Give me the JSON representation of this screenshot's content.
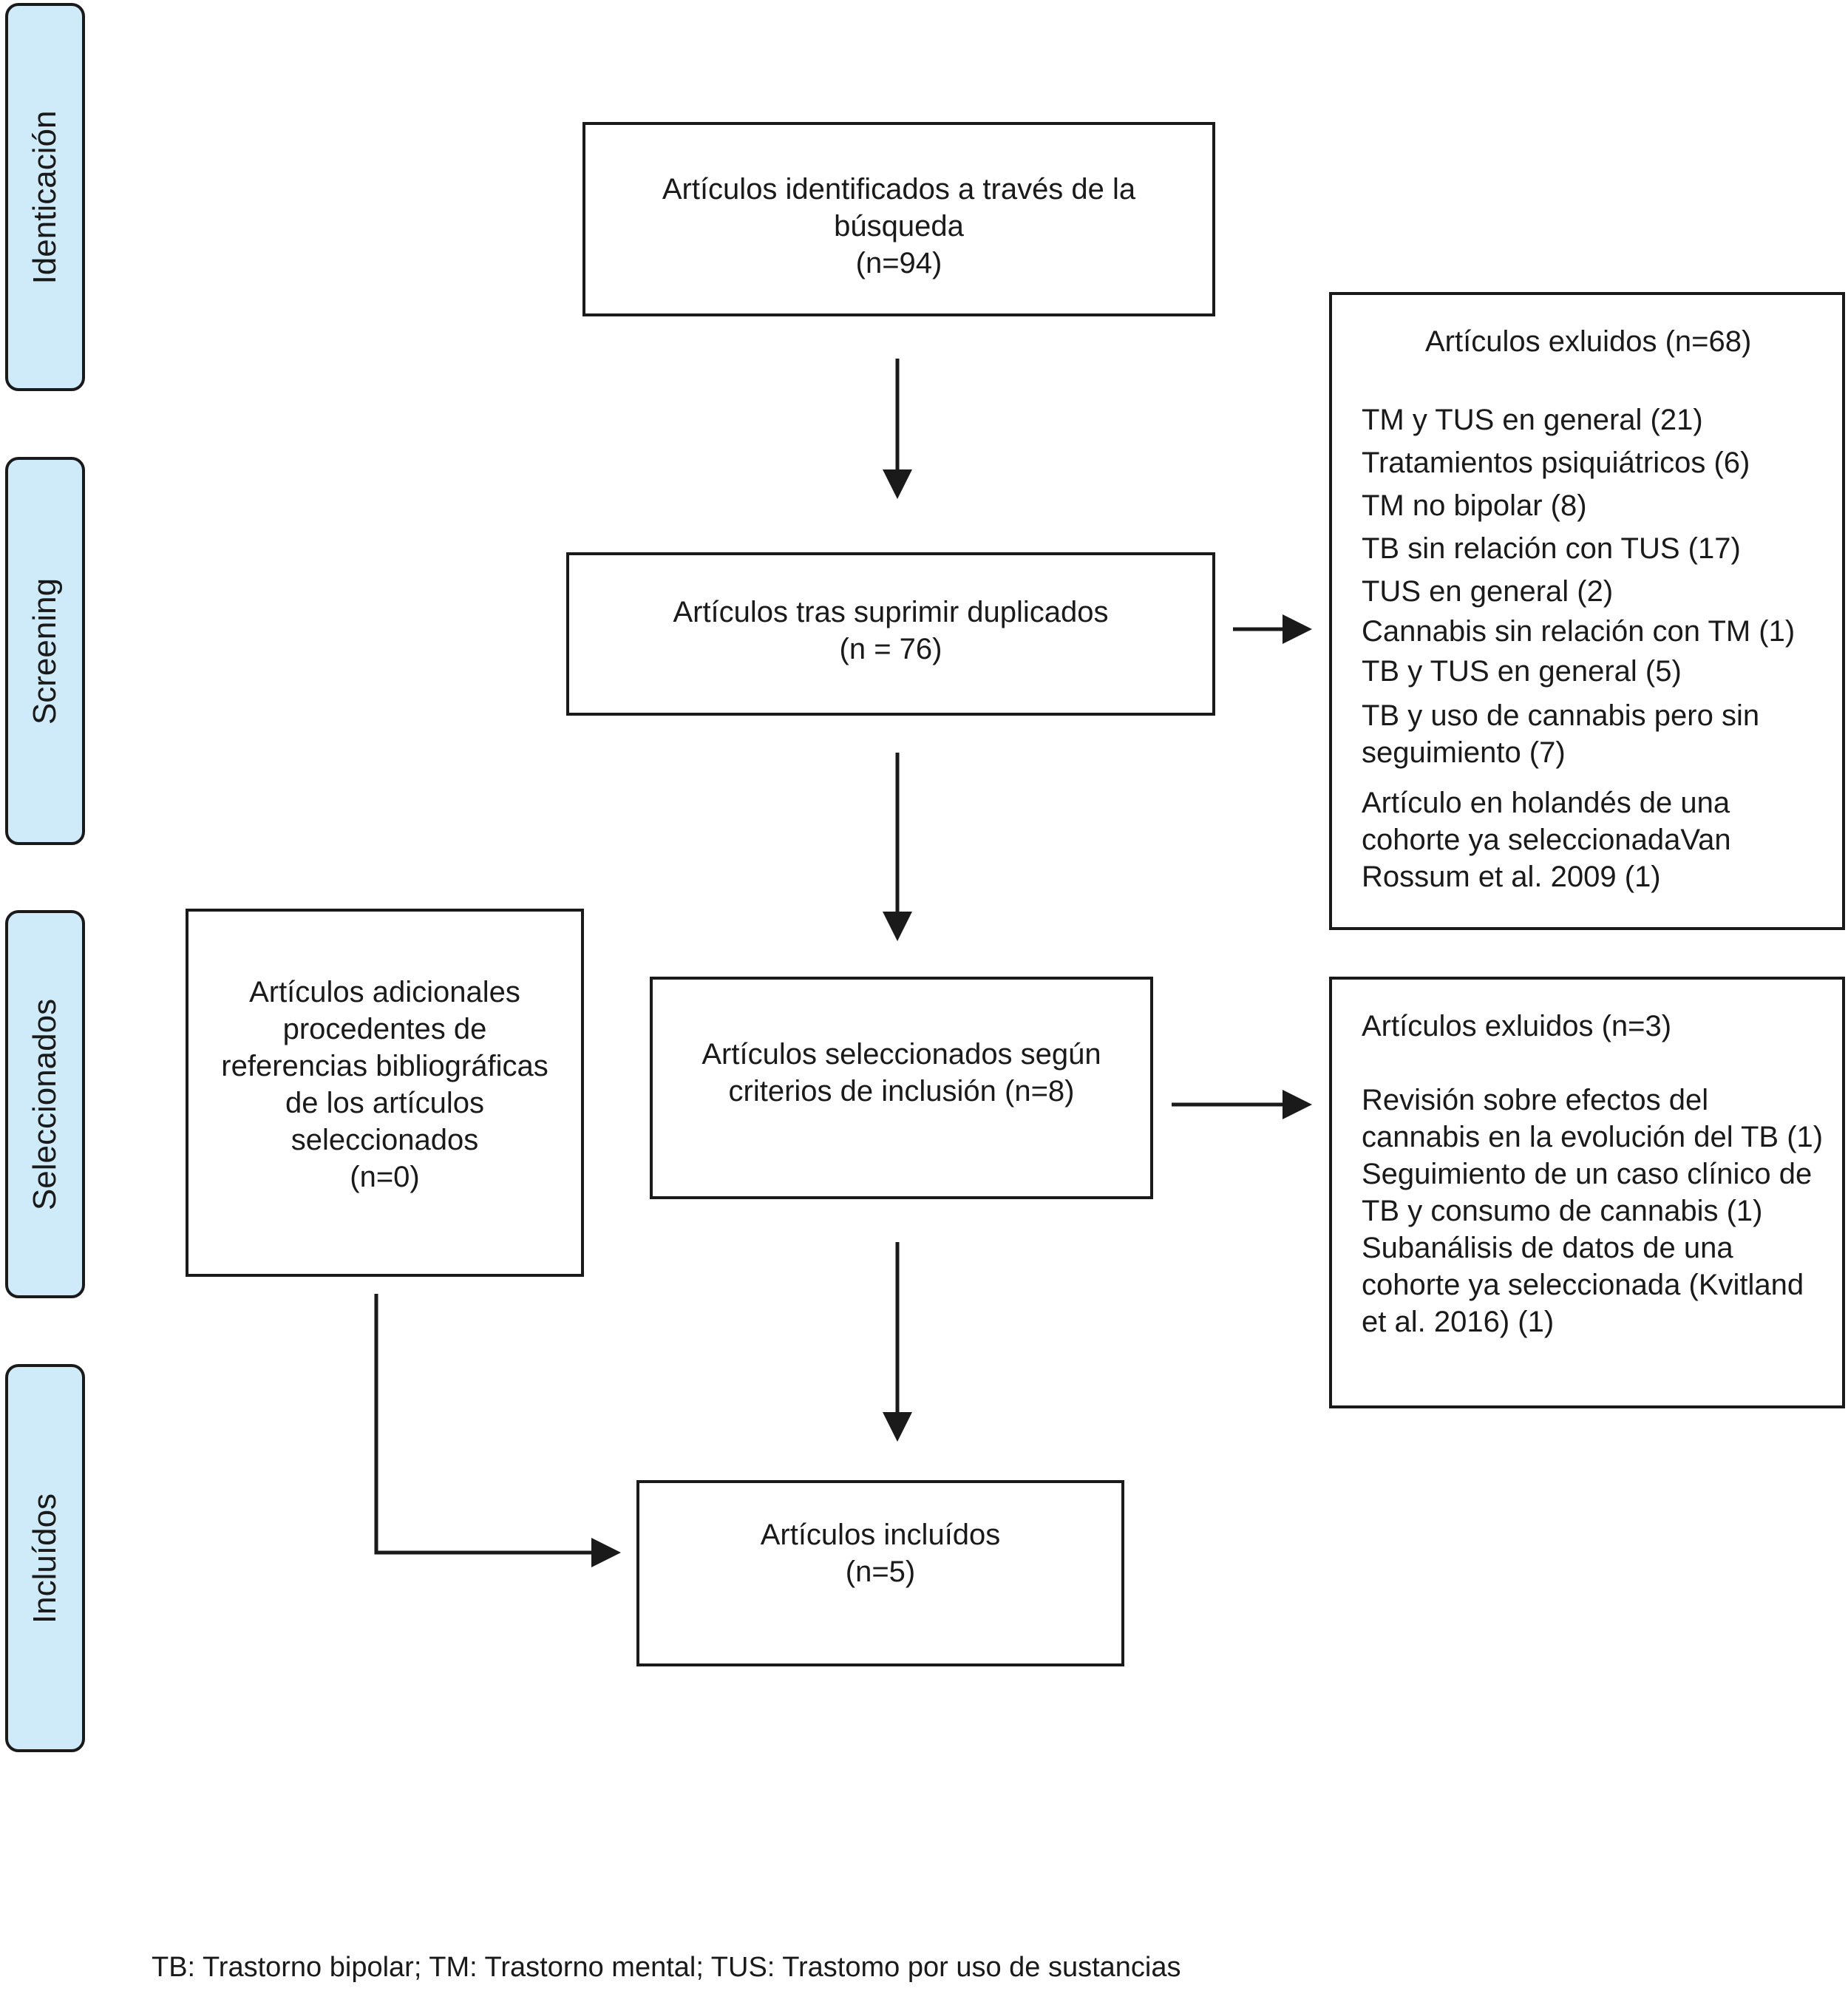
{
  "phases": [
    {
      "label": "Identicación"
    },
    {
      "label": "Screening"
    },
    {
      "label": "Seleccionados"
    },
    {
      "label": "Incluídos"
    }
  ],
  "identified": {
    "lines": [
      "Artículos identificados a través de la",
      "búsqueda",
      "(n=94)"
    ]
  },
  "deduplicated": {
    "lines": [
      "Artículos tras suprimir duplicados",
      "(n = 76)"
    ]
  },
  "excluded_1": {
    "title": "Artículos exluidos (n=68)",
    "items": [
      "TM y TUS en general (21)",
      "Tratamientos psiquiátricos (6)",
      "TM no bipolar (8)",
      "TB sin relación con TUS (17)",
      "TUS en general (2)",
      "Cannabis sin relación con TM (1)",
      "TB y TUS en general (5)",
      "TB y uso de cannabis pero sin",
      "seguimiento (7)",
      "Artículo en holandés de una",
      "cohorte ya seleccionadaVan",
      "Rossum et al. 2009 (1)"
    ]
  },
  "additional": {
    "lines": [
      "Artículos adicionales",
      "procedentes de",
      "referencias bibliográficas",
      "de los artículos",
      "seleccionados",
      "(n=0)"
    ]
  },
  "selected": {
    "lines": [
      "Artículos seleccionados según",
      "criterios de inclusión (n=8)"
    ]
  },
  "excluded_2": {
    "title": "Artículos exluidos (n=3)",
    "items": [
      "Revisión sobre efectos del",
      "cannabis en la evolución del TB (1)",
      "Seguimiento de un caso clínico de",
      "TB y consumo de cannabis (1)",
      "Subanálisis de datos de una",
      "cohorte ya seleccionada (Kvitland",
      "et al. 2016) (1)"
    ]
  },
  "included": {
    "lines": [
      "Artículos incluídos",
      "(n=5)"
    ]
  },
  "footnote": "TB: Trastorno bipolar; TM: Trastorno mental; TUS: Trastomo por uso de sustancias"
}
